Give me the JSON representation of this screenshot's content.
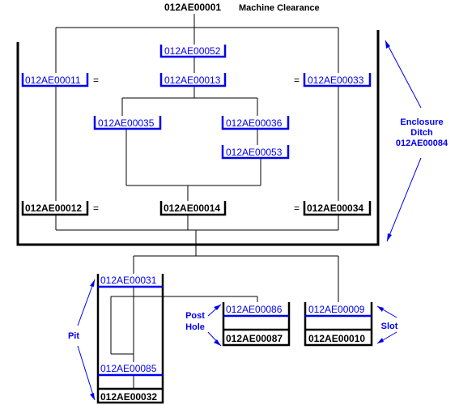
{
  "top_node": "012AE00001",
  "title": "Machine Clearance",
  "nodes": {
    "n52": "012AE00052",
    "n11": "012AE00011",
    "n13": "012AE00013",
    "n33": "012AE00033",
    "n35": "012AE00035",
    "n36": "012AE00036",
    "n53": "012AE00053",
    "n12": "012AE00012",
    "n14": "012AE00014",
    "n34": "012AE00034",
    "n31": "012AE00031",
    "n85": "012AE00085",
    "n32": "012AE00032",
    "n86": "012AE00086",
    "n87": "012AE00087",
    "n09": "012AE00009",
    "n10": "012AE00010"
  },
  "equals": "=",
  "labels": {
    "enclosure_line1": "Enclosure",
    "enclosure_line2": "Ditch",
    "enclosure_line3": "012AE00084",
    "pit": "Pit",
    "posthole_line1": "Post",
    "posthole_line2": "Hole",
    "slot": "Slot"
  }
}
